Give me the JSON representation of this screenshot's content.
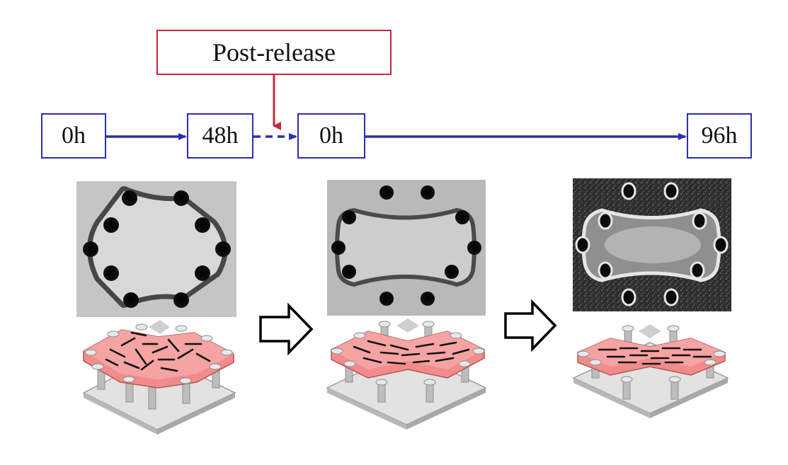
{
  "timeline": {
    "post_release_label": "Post-release",
    "t0_label": "0h",
    "t48_label": "48h",
    "t0b_label": "0h",
    "t96_label": "96h"
  },
  "colors": {
    "timeline_blue": "#2b2fb0",
    "post_release_red": "#c8283f",
    "membrane_pink": "#f28c8c",
    "base_gray": "#d4d4d4"
  },
  "stages": [
    {
      "name": "0h hexagonal construct",
      "micrograph_shape": "hexagon",
      "fiber_alignment": "random"
    },
    {
      "name": "post-release 0h construct",
      "micrograph_shape": "dogbone",
      "fiber_alignment": "partially aligned"
    },
    {
      "name": "96h construct",
      "micrograph_shape": "dogbone",
      "fiber_alignment": "aligned"
    }
  ]
}
